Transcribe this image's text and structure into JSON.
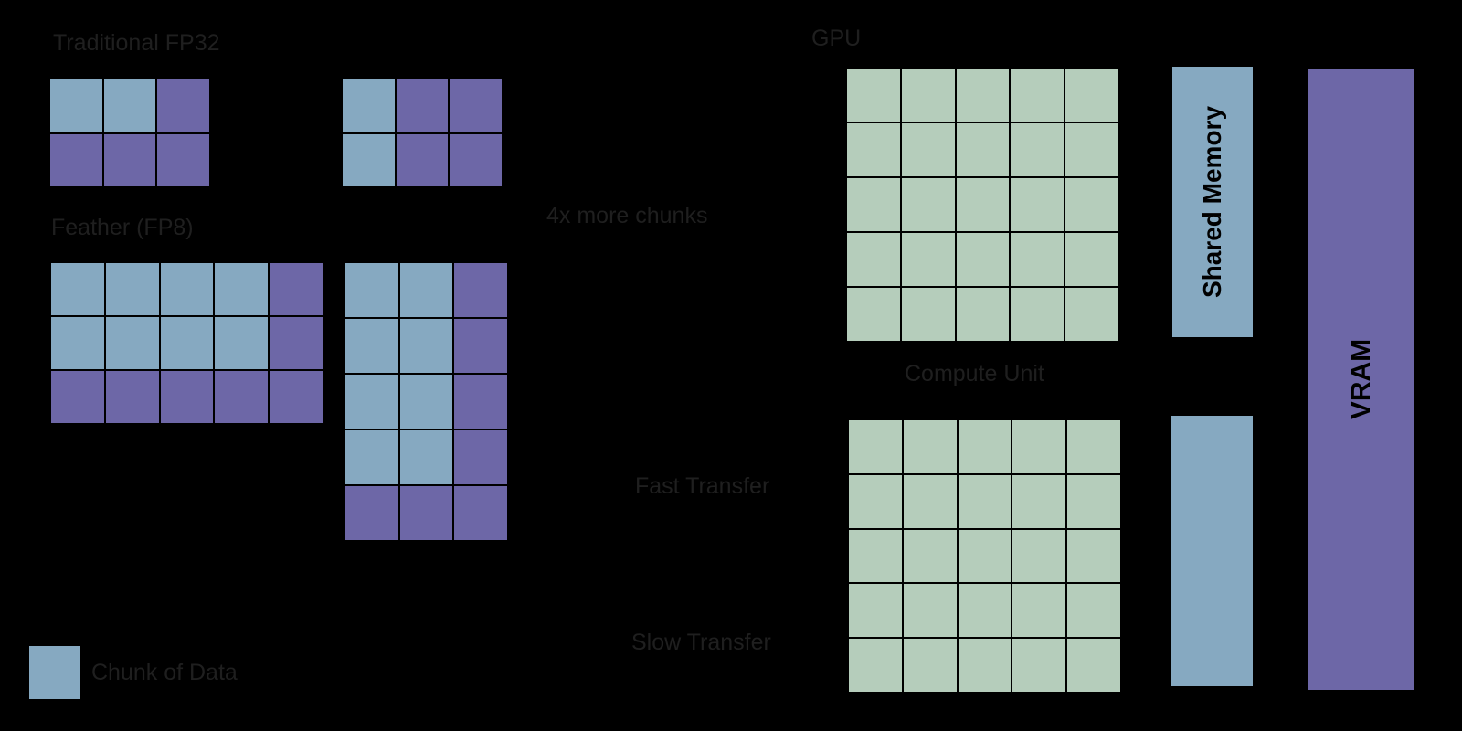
{
  "colors": {
    "data": "#86a9c1",
    "empty": "#6d67a7",
    "compute": "#b5cdbb",
    "vram": "#6d67a7",
    "shared": "#86a9c1",
    "background": "#000000",
    "label_text": "#1f1f1f"
  },
  "labels": {
    "fp32": "Traditional FP32",
    "fp8": "Feather (FP8)",
    "more_chunks": "4x more chunks",
    "gpu": "GPU",
    "compute_unit": "Compute Unit",
    "fast_transfer": "Fast Transfer",
    "slow_transfer": "Slow Transfer",
    "shared_memory": "Shared Memory",
    "vram": "VRAM",
    "legend": "Chunk of Data"
  },
  "grids": [
    {
      "name": "fp32-grid-a",
      "cols": 3,
      "cells": [
        1,
        1,
        0,
        0,
        0,
        0
      ]
    },
    {
      "name": "fp32-grid-b",
      "cols": 3,
      "cells": [
        1,
        0,
        0,
        1,
        0,
        0
      ]
    },
    {
      "name": "fp8-grid-a",
      "cols": 5,
      "cells": [
        1,
        1,
        1,
        1,
        0,
        1,
        1,
        1,
        1,
        0,
        0,
        0,
        0,
        0,
        0
      ]
    },
    {
      "name": "fp8-grid-b",
      "cols": 3,
      "cells": [
        1,
        1,
        0,
        1,
        1,
        0,
        1,
        1,
        0,
        1,
        1,
        0,
        0,
        0,
        0
      ]
    },
    {
      "name": "compute-unit-top",
      "cols": 5,
      "cells": [
        2,
        2,
        2,
        2,
        2,
        2,
        2,
        2,
        2,
        2,
        2,
        2,
        2,
        2,
        2,
        2,
        2,
        2,
        2,
        2,
        2,
        2,
        2,
        2,
        2
      ]
    },
    {
      "name": "compute-unit-bottom",
      "cols": 5,
      "cells": [
        2,
        2,
        2,
        2,
        2,
        2,
        2,
        2,
        2,
        2,
        2,
        2,
        2,
        2,
        2,
        2,
        2,
        2,
        2,
        2,
        2,
        2,
        2,
        2,
        2
      ]
    }
  ]
}
